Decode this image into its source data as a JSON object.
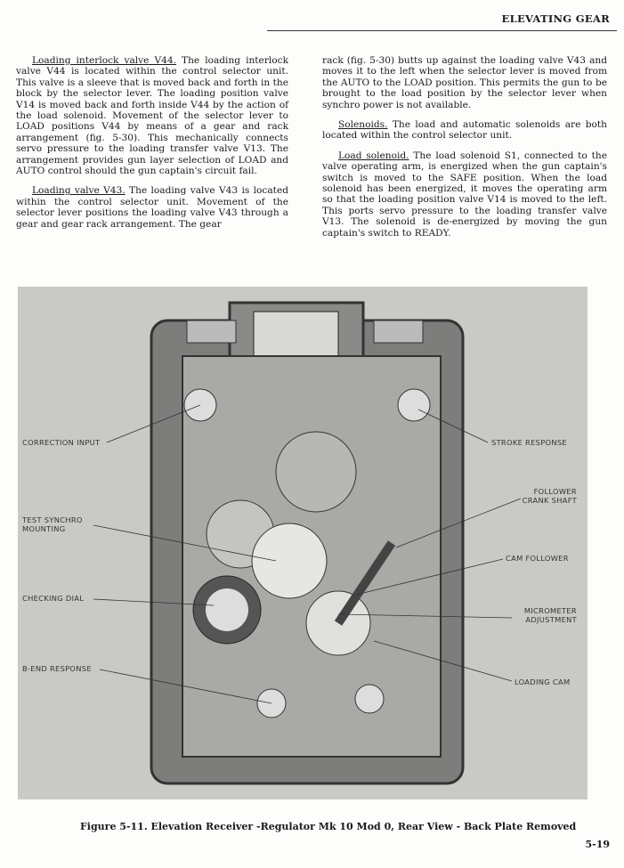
{
  "header": "ELEVATING GEAR",
  "left": [
    {
      "head": "Loading interlock valve V44.",
      "body": " The loading interlock valve V44 is located within the control selector unit. This valve is a sleeve that is moved back and forth in the block by the selector lever. The loading position valve V14 is moved back and forth inside V44 by the action of the load solenoid. Movement of the selector lever to LOAD positions V44 by means of a gear and rack arrangement (fig. 5-30). This mechanically connects servo pressure to the loading transfer valve V13. The arrangement provides gun layer selection of LOAD and AUTO control should the gun captain's circuit fail."
    },
    {
      "head": "Loading valve V43.",
      "body": " The loading valve V43 is located within the control selector unit. Movement of the selector lever positions the loading valve V43 through a gear and gear rack arrangement. The gear"
    }
  ],
  "right": [
    {
      "head": "",
      "body": "rack (fig. 5-30) butts up against the loading valve V43 and moves it to the left when the selector lever is moved from the AUTO to the LOAD position. This permits the gun to be brought to the load position by the selector lever when synchro power is not available."
    },
    {
      "head": "Solenoids.",
      "body": " The load and automatic solenoids are both located within the control selector unit."
    },
    {
      "head": "Load solenoid.",
      "body": " The load solenoid S1, connected to the valve operating arm, is energized when the gun captain's switch is moved to the SAFE position. When the load solenoid has been energized, it moves the operating arm so that the loading position valve V14 is moved to the left. This ports servo pressure to the loading transfer valve V13. The solenoid is de-energized by moving the gun captain's switch to READY."
    }
  ],
  "labels": {
    "correction_input": "CORRECTION INPUT",
    "test_synchro": "TEST SYNCHRO MOUNTING",
    "checking_dial": "CHECKING DIAL",
    "b_end": "B-END RESPONSE",
    "stroke": "STROKE RESPONSE",
    "follower": "FOLLOWER CRANK SHAFT",
    "cam_follower": "CAM FOLLOWER",
    "micrometer": "MICROMETER ADJUSTMENT",
    "loading_cam": "LOADING CAM"
  },
  "caption": "Figure 5-11. Elevation Receiver -Regulator Mk 10 Mod 0, Rear View - Back Plate Removed",
  "page_number": "5-19"
}
